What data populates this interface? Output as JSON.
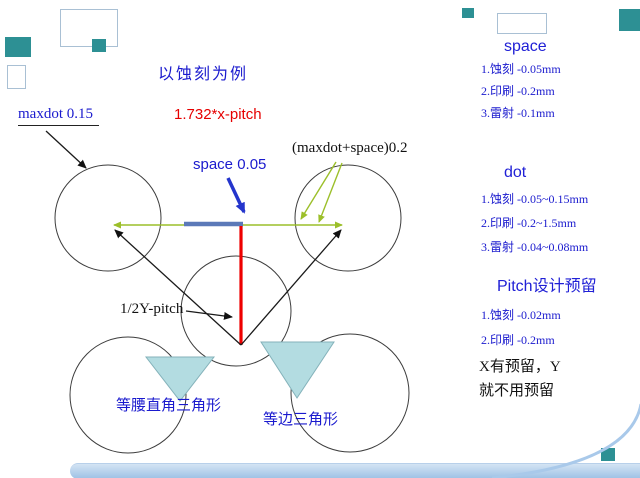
{
  "slide_title": "以蚀刻为例",
  "diagram": {
    "labels": {
      "maxdot": "maxdot 0.15",
      "x_pitch": "1.732*x-pitch",
      "space": "space 0.05",
      "maxdot_plus_space": "(maxdot+space)0.2",
      "half_y_pitch": "1/2Y-pitch",
      "isosceles_right_triangle": "等腰直角三角形",
      "equilateral_triangle": "等边三角形"
    }
  },
  "sidebar": {
    "sections": [
      {
        "heading": "space",
        "items": [
          "1.蚀刻 -0.05mm",
          "2.印刷 -0.2mm",
          "3.雷射 -0.1mm"
        ]
      },
      {
        "heading": "dot",
        "items": [
          "1.蚀刻 -0.05~0.15mm",
          "2.印刷 -0.2~1.5mm",
          "3.雷射 -0.04~0.08mm"
        ]
      },
      {
        "heading": "Pitch设计预留",
        "items": [
          "1.蚀刻 -0.02mm",
          "2.印刷 -0.2mm"
        ]
      }
    ],
    "note": [
      "X有预留，Y",
      "就不用预留"
    ]
  },
  "colors": {
    "accent_blue": "#1a1ace",
    "accent_red": "#e60000",
    "line_green": "#9cbf2a",
    "space_segment_blue": "#5b79b8",
    "decor_teal": "#2d9094",
    "triangle_fill": "#b3dce1"
  }
}
